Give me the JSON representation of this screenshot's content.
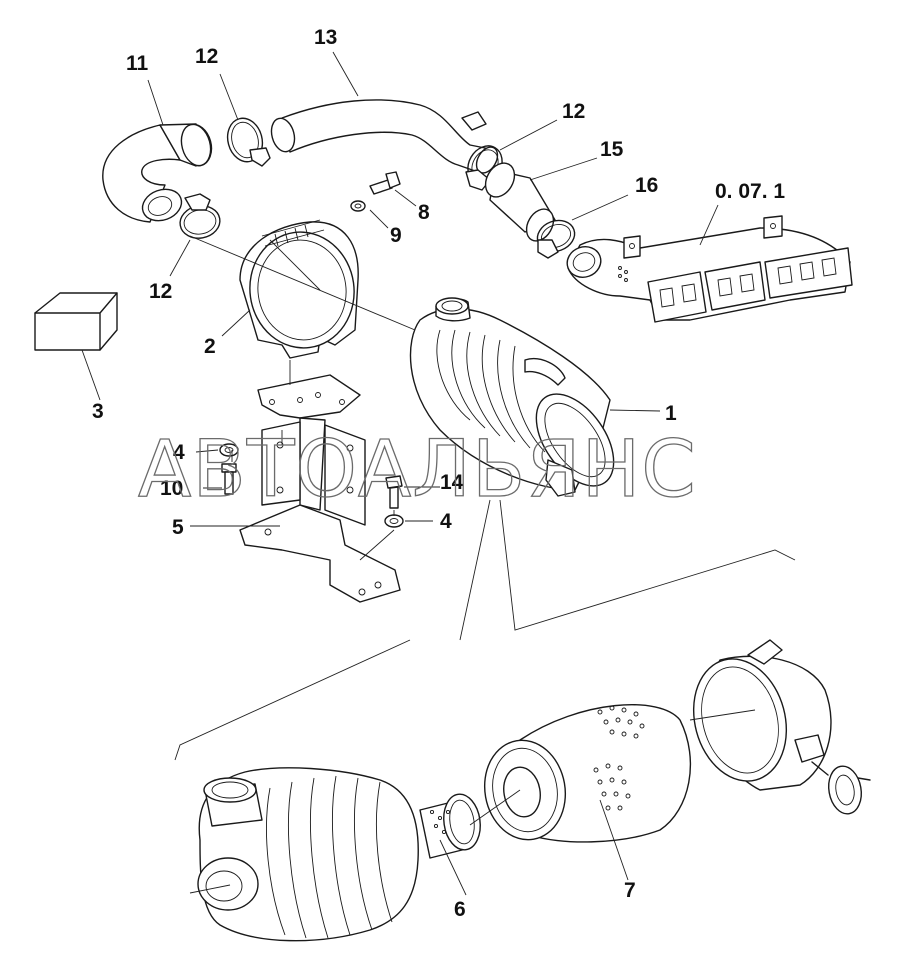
{
  "watermark": "АВТОАЛЬЯНС",
  "callouts": {
    "c1": "1",
    "c2": "2",
    "c3": "3",
    "c4a": "4",
    "c4b": "4",
    "c5": "5",
    "c6": "6",
    "c7": "7",
    "c8": "8",
    "c9": "9",
    "c10": "10",
    "c11": "11",
    "c12a": "12",
    "c12b": "12",
    "c12c": "12",
    "c13": "13",
    "c14": "14",
    "c15": "15",
    "c16": "16",
    "ref": "0. 07. 1"
  }
}
